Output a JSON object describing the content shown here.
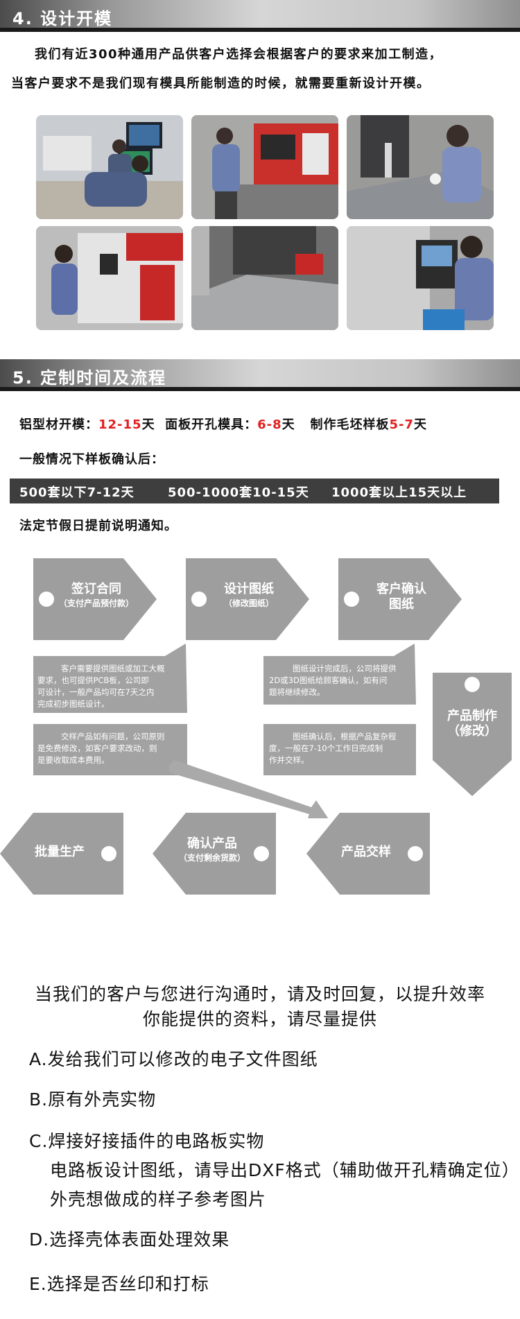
{
  "section4": {
    "title": "4. 设计开模",
    "line1": "我们有近300种通用产品供客户选择会根据客户的要求来加工制造，",
    "line2": "当客户要求不是我们现有模具所能制造的时候，就需要重新设计开模。"
  },
  "section5": {
    "title": "5. 定制时间及流程",
    "mold_label": "铝型材开模：",
    "mold_days": "12-15",
    "day1": "天",
    "panel_label": "面板开孔模具：",
    "panel_days": "6-8",
    "day2": "天",
    "sample_label": "制作毛坯样板",
    "sample_days": "5-7",
    "day3": "天",
    "confirm_line": "一般情况下样板确认后：",
    "bar_items": [
      "500套以下7-12天",
      "500-1000套10-15天",
      "1000套以上15天以上"
    ],
    "holiday": "法定节假日提前说明通知。"
  },
  "flow": {
    "step1_title": "签订合同",
    "step1_sub": "（支付产品预付款）",
    "step2_title": "设计图纸",
    "step2_sub": "（修改图纸）",
    "step3_title_1": "客户确认",
    "step3_title_2": "图纸",
    "step4_title_1": "产品制作",
    "step4_title_2": "（修改）",
    "step5_title": "产品交样",
    "step6_title": "确认产品",
    "step6_sub": "（支付剩余货款）",
    "step7_title": "批量生产",
    "note1": [
      "客户需要提供图纸或加工大概",
      "要求，也可提供PCB板，公司即",
      "可设计，一般产品均可在7天之内",
      "完成初步图纸设计。"
    ],
    "note2": [
      "图纸设计完成后，公司将提供",
      "2D或3D图纸给顾客确认，如有问",
      "题将继续修改。"
    ],
    "note3": [
      "交样产品如有问题，公司原则",
      "是免费修改，如客户要求改动，则",
      "是要收取成本费用。"
    ],
    "note4": [
      "图纸确认后，根据产品复杂程",
      "度，一般在7-10个工作日完成制",
      "作并交样。"
    ]
  },
  "contact": {
    "line1": "当我们的客户与您进行沟通时，请及时回复，以提升效率",
    "line2": "你能提供的资料，请尽量提供",
    "a": "A.发给我们可以修改的电子文件图纸",
    "b": "B.原有外壳实物",
    "c": "C.焊接好接插件的电路板实物",
    "c2": "电路板设计图纸，请导出DXF格式（辅助做开孔精确定位）",
    "c3": "外壳想做成的样子参考图片",
    "d": "D.选择壳体表面处理效果",
    "e": "E.选择是否丝印和打标"
  }
}
